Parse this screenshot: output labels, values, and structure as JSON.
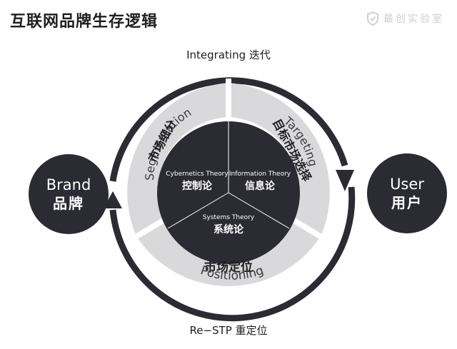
{
  "title": "互联网品牌生存逻辑",
  "watermark": {
    "text": "最创实验室",
    "icon": "shield-icon"
  },
  "top_caption": "Integrating 迭代",
  "bottom_caption": "Re−STP 重定位",
  "brand": {
    "en": "Brand",
    "cn": "品牌"
  },
  "user": {
    "en": "User",
    "cn": "用户"
  },
  "outer_ring": [
    {
      "en": "Segmentation",
      "cn": "市场细分"
    },
    {
      "en": "Targeting",
      "cn": "目标市场选择"
    },
    {
      "en": "Positioning",
      "cn": "市场定位"
    }
  ],
  "inner_sectors": [
    {
      "en": "Cybernetics Theory",
      "cn": "控制论"
    },
    {
      "en": "Information Theory",
      "cn": "信息论"
    },
    {
      "en": "Systems Theory",
      "cn": "系统论"
    }
  ],
  "colors": {
    "dark": "#2b2b33",
    "ring": "#d9d9dc",
    "text": "#1f1f22"
  }
}
